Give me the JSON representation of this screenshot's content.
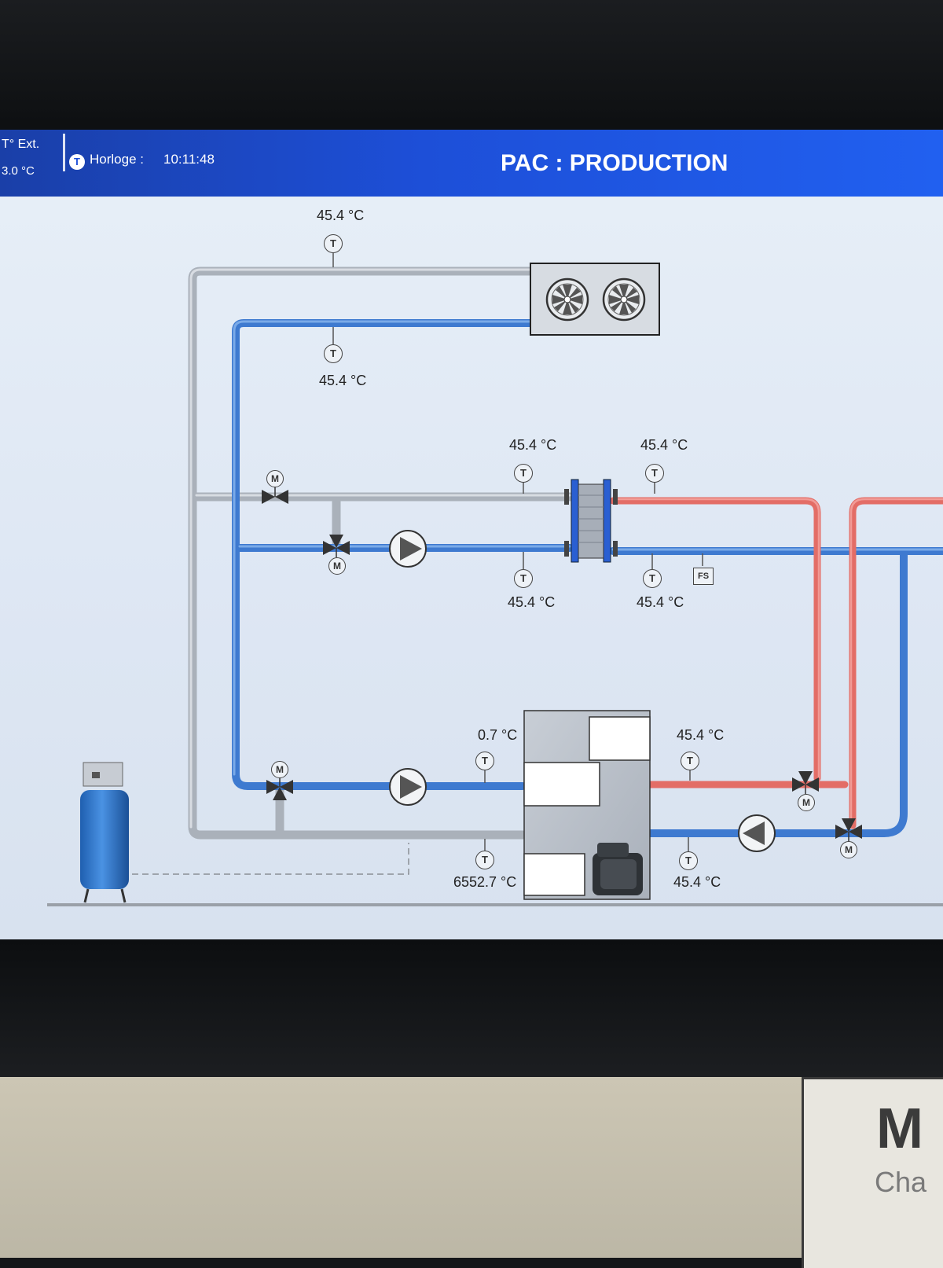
{
  "header": {
    "ext_temp_label": "T° Ext.",
    "ext_temp_value": "3.0 °C",
    "clock_label": "Horloge :",
    "clock_value": "10:11:48",
    "title": "PAC : PRODUCTION"
  },
  "sensors": {
    "top_outer": "45.4 °C",
    "top_inner": "45.4 °C",
    "hx_in_top": "45.4 °C",
    "hx_out_top": "45.4 °C",
    "hx_in_bottom": "45.4 °C",
    "hx_out_bottom": "45.4 °C",
    "unit_in_top": "0.7 °C",
    "unit_in_bottom": "6552.7 °C",
    "unit_out_top": "45.4 °C",
    "unit_out_bottom": "45.4 °C"
  },
  "symbols": {
    "temp": "T",
    "motor": "M",
    "flow_switch": "FS"
  },
  "plate": {
    "brand": "M",
    "sub": "Cha"
  },
  "colors": {
    "header": "#1d4fd8",
    "pipe_grey": "#b8bec6",
    "pipe_blue": "#3f7fd6",
    "pipe_red": "#e0675f"
  }
}
